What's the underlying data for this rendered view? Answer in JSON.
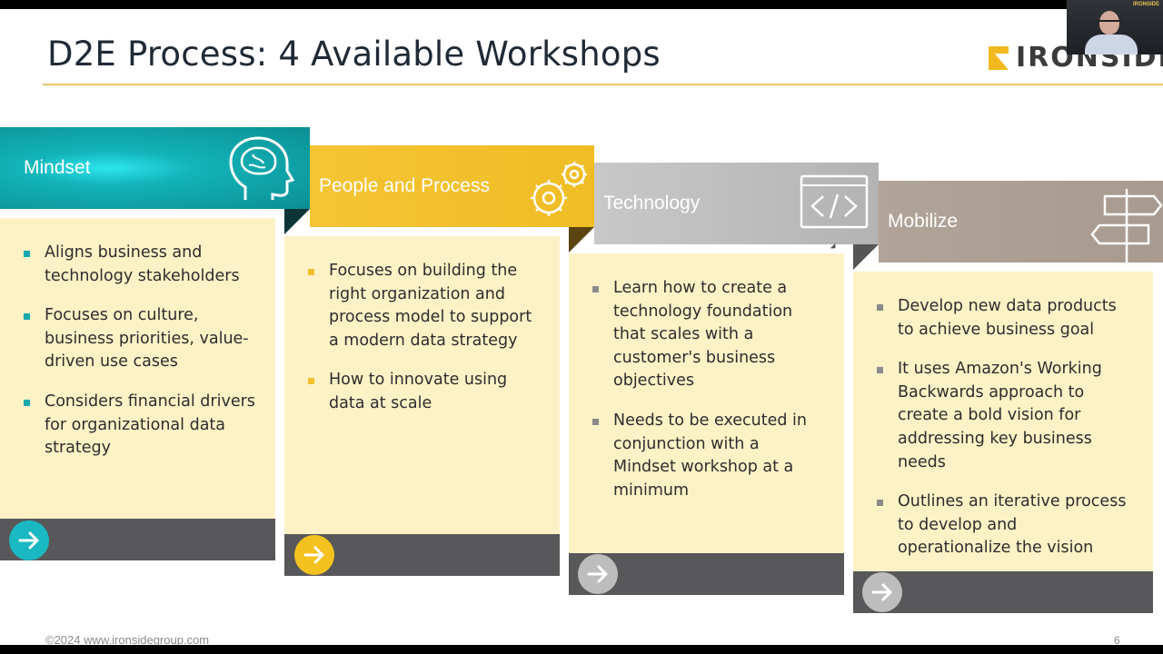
{
  "slide": {
    "title": "D2E Process: 4 Available Workshops",
    "logo_text": "IRONSIDE",
    "video_badge": "IRONSIDE",
    "copyright": "©2024 www.ironsidegroup.com",
    "page_number": "6"
  },
  "workshops": [
    {
      "title": "Mindset",
      "icon": "head-brain-icon",
      "color": "#15a9ad",
      "arrow_color": "#1ab8c2",
      "bullet_color": "#18a9ae",
      "bullets": [
        "Aligns business and technology stakeholders",
        "Focuses on culture, business priorities, value-driven use cases",
        "Considers financial drivers for organizational data strategy"
      ]
    },
    {
      "title": "People and Process",
      "icon": "gears-icon",
      "color": "#f2c02c",
      "arrow_color": "#f4c21e",
      "bullet_color": "#f2c02c",
      "bullets": [
        "Focuses on building the right organization and process model to support a modern data strategy",
        "How to innovate using data at scale"
      ]
    },
    {
      "title": "Technology",
      "icon": "code-window-icon",
      "color": "#b8b8b8",
      "arrow_color": "#bdbdbd",
      "bullet_color": "#8a8a8a",
      "bullets": [
        "Learn how to create a technology foundation that scales with a customer's business objectives",
        "Needs to be executed in conjunction with a Mindset workshop at a minimum"
      ]
    },
    {
      "title": "Mobilize",
      "icon": "signpost-icon",
      "color": "#ad9f94",
      "arrow_color": "#bdbdbd",
      "bullet_color": "#8a8a8a",
      "bullets": [
        "Develop new data products to achieve business goal",
        "It uses Amazon's Working Backwards approach to create a bold vision for addressing key business needs",
        "Outlines an iterative process to develop and operationalize the vision"
      ]
    }
  ]
}
